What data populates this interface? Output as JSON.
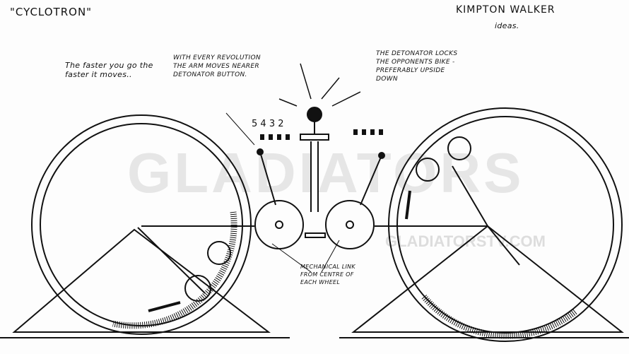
{
  "title": "\"CYCLOTRON\"",
  "author": "KIMPTON WALKER",
  "author_sub": "ideas.",
  "watermark": "GLADIATORS",
  "watermark_url": "GLADIATORSTV.COM",
  "notes": {
    "speed": "The faster you go the faster it moves..",
    "arm": "With every revolution the arm moves nearer detonator button.",
    "detonator": "The detonator locks the opponents bike - preferably upside down",
    "link": "Mechanical link from centre of each wheel"
  },
  "countdown": [
    "5",
    "4",
    "3",
    "2"
  ]
}
